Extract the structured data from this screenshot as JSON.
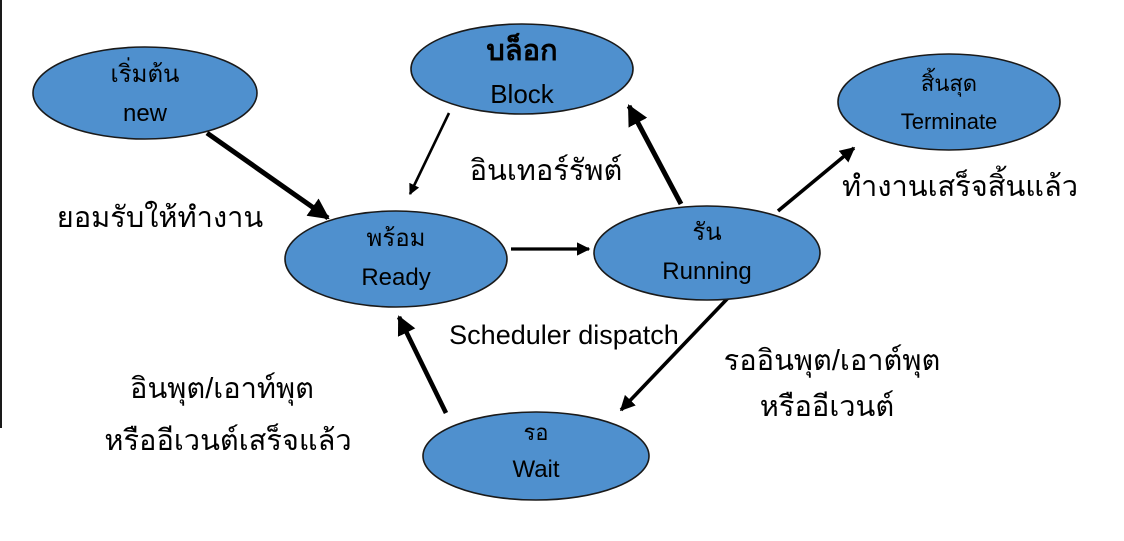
{
  "colors": {
    "node_fill": "#4F90CE",
    "node_stroke": "#1A1A1A",
    "arrow": "#000000",
    "text": "#000000",
    "background": "#FFFFFF"
  },
  "nodes": {
    "new": {
      "thai": "เริ่มต้น",
      "english": "new"
    },
    "block": {
      "thai": "บล็อก",
      "english": "Block"
    },
    "terminate": {
      "thai": "สิ้นสุด",
      "english": "Terminate"
    },
    "ready": {
      "thai": "พร้อม",
      "english": "Ready"
    },
    "running": {
      "thai": "รัน",
      "english": "Running"
    },
    "wait": {
      "thai": "รอ",
      "english": "Wait"
    }
  },
  "edge_labels": {
    "admit": "ยอมรับให้ทำงาน",
    "interrupt": "อินเทอร์รัพต์",
    "work_finished": "ทำงานเสร็จสิ้นแล้ว",
    "scheduler_dispatch": "Scheduler dispatch",
    "wait_for_io_line1": "รออินพุต/เอาต์พุต",
    "wait_for_io_line2": "หรืออีเวนต์",
    "io_complete_line1": "อินพุต/เอาท์พุต",
    "io_complete_line2": "หรืออีเวนต์เสร็จแล้ว"
  }
}
